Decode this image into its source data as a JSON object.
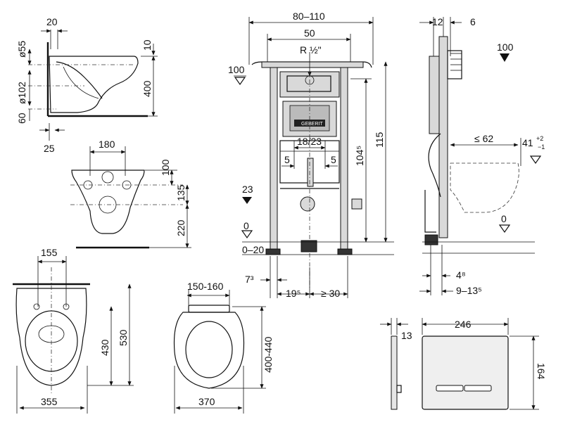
{
  "side_bowl": {
    "dim_top": "20",
    "dim_pipe": "ø55",
    "dim_outlet": "ø102",
    "dim_bottom": "60",
    "dim_base": "25",
    "dim_rim": "10",
    "dim_height": "400"
  },
  "front_bowl": {
    "dim_width": "180",
    "dim_top": "100",
    "dim_mid": "135",
    "dim_low": "220"
  },
  "top_bowl": {
    "dim_top": "155",
    "dim_depth_inner": "430",
    "dim_depth": "530",
    "dim_width": "355"
  },
  "seat": {
    "dim_top": "150-160",
    "dim_depth": "400-440",
    "dim_width": "370"
  },
  "frame_front": {
    "dim_outer": "80–110",
    "dim_inner": "50",
    "label_thread": "R ½\"",
    "level_100": "100",
    "dim_spacing": "18/23",
    "dim_left5": "5",
    "dim_right5": "5",
    "level_23": "23",
    "level_0": "0",
    "range_0_20": "0–20",
    "dim_115": "115",
    "dim_104": "104⁵",
    "dim_7": "7³",
    "dim_19": "19⁵",
    "dim_30": "≥ 30",
    "brand": "GEBERIT"
  },
  "frame_side": {
    "dim_12": "12",
    "dim_6": "6",
    "level_100": "100",
    "dim_62": "≤ 62",
    "dim_41": "41",
    "dim_41_tol_up": "+2",
    "dim_41_tol_dn": "−1",
    "level_0": "0",
    "dim_4": "4⁸",
    "dim_9": "9–13⁵"
  },
  "flush_plate": {
    "dim_thickness": "13",
    "dim_width": "246",
    "dim_height": "164"
  }
}
